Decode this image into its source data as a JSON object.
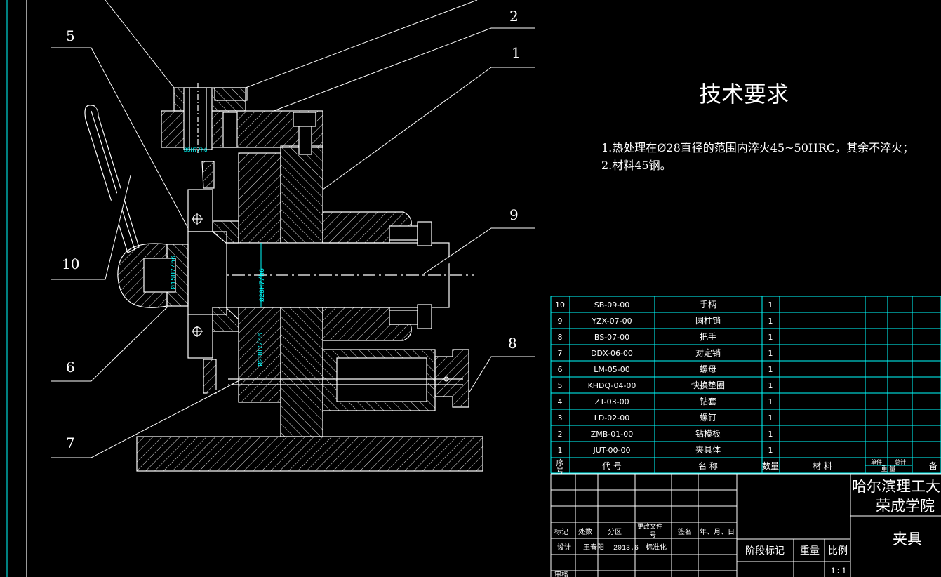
{
  "colors": {
    "background": "#000000",
    "lines": "#ffffff",
    "table": "#00ffff",
    "dimension": "#00ffff"
  },
  "balloons": [
    "5",
    "2",
    "1",
    "9",
    "8",
    "10",
    "6",
    "7"
  ],
  "dimensions": {
    "d1": "Ø28H7/h6",
    "d2": "Ø15H7/h6",
    "d3": "Ø28H7/h6",
    "d4": "Ø5H7/h6"
  },
  "requirements": {
    "title": "技术要求",
    "line1": "1.热处理在Ø28直径的范围内淬火45~50HRC，其余不淬火；",
    "line2": "2.材料45钢。"
  },
  "parts": [
    {
      "no": "10",
      "code": "SB-09-00",
      "name": "手柄",
      "qty": "1"
    },
    {
      "no": "9",
      "code": "YZX-07-00",
      "name": "圆柱销",
      "qty": "1"
    },
    {
      "no": "8",
      "code": "BS-07-00",
      "name": "把手",
      "qty": "1"
    },
    {
      "no": "7",
      "code": "DDX-06-00",
      "name": "对定销",
      "qty": "1"
    },
    {
      "no": "6",
      "code": "LM-05-00",
      "name": "螺母",
      "qty": "1"
    },
    {
      "no": "5",
      "code": "KHDQ-04-00",
      "name": "快换垫圈",
      "qty": "1"
    },
    {
      "no": "4",
      "code": "ZT-03-00",
      "name": "钻套",
      "qty": "1"
    },
    {
      "no": "3",
      "code": "LD-02-00",
      "name": "螺钉",
      "qty": "1"
    },
    {
      "no": "2",
      "code": "ZMB-01-00",
      "name": "钻模板",
      "qty": "1"
    },
    {
      "no": "1",
      "code": "JUT-00-00",
      "name": "夹具体",
      "qty": "1"
    }
  ],
  "header": {
    "no_a": "序",
    "no_b": "号",
    "code": "代  号",
    "name": "名  称",
    "qty": "数量",
    "material": "材  料",
    "single": "单件",
    "total": "总计",
    "weight": "重 量",
    "remark": "备"
  },
  "titleblock": {
    "mark": "标记",
    "count": "处数",
    "zone": "分区",
    "change_doc_a": "更改文件",
    "change_doc_b": "号",
    "sign": "签名",
    "date": "年、月、日",
    "design": "设计",
    "designer": "王春阳",
    "design_date": "2013.6",
    "standard": "标准化",
    "stage": "阶段标记",
    "weight": "重量",
    "scale": "比例",
    "scale_value": "1:1",
    "review": "审核",
    "school_a": "哈尔滨理工大",
    "school_b": "荣成学院",
    "drawing_name": "夹具"
  }
}
